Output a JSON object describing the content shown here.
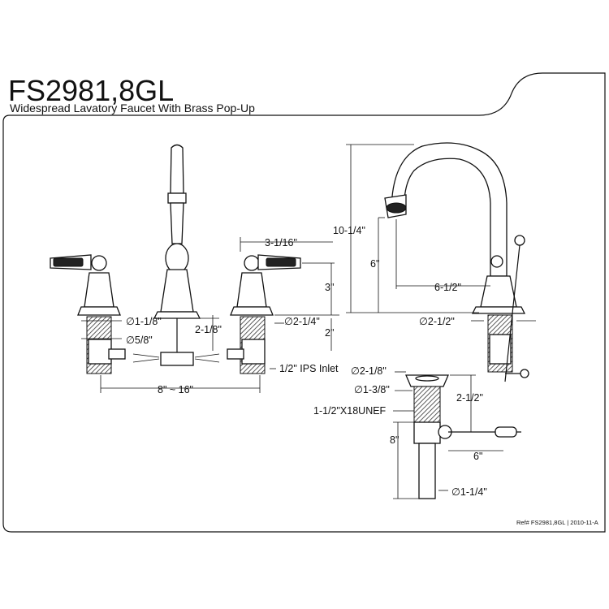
{
  "title": "FS2981,8GL",
  "subtitle": "Widespread Lavatory Faucet With Brass Pop-Up",
  "reference": "Ref# FS2981,8GL | 2010-11-A",
  "dimensions": {
    "handle_diameter": "∅1-1/8\"",
    "shank_diameter": "∅5/8\"",
    "handle_to_base": "2-1/8\"",
    "spread": "8\" ~ 16\"",
    "handle_width": "3-1/16\"",
    "handle_height": "3\"",
    "base_diameter_small": "∅2-1/4\"",
    "shank_length": "2\"",
    "inlet": "1/2\" IPS Inlet",
    "spout_height": "10-1/4\"",
    "spout_clearance": "6\"",
    "spout_reach": "6-1/2\"",
    "spout_base_diameter": "∅2-1/2\"",
    "drain_flange_diameter": "∅2-1/8\"",
    "drain_body_diameter": "∅1-3/8\"",
    "drain_top_length": "2-1/2\"",
    "drain_thread": "1-1/2\"X18UNEF",
    "drain_length": "8\"",
    "pivot_rod_length": "6\"",
    "tailpiece_diameter": "∅1-1/4\""
  }
}
